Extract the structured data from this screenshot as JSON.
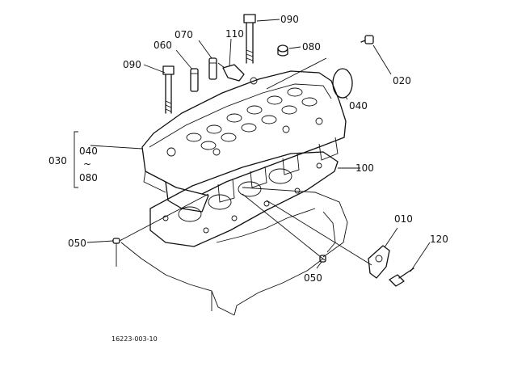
{
  "diagram": {
    "figure_number": "16223-003-10",
    "callouts": [
      {
        "id": "090a",
        "label": "090"
      },
      {
        "id": "110",
        "label": "110"
      },
      {
        "id": "070",
        "label": "070"
      },
      {
        "id": "060",
        "label": "060"
      },
      {
        "id": "080a",
        "label": "080"
      },
      {
        "id": "090b",
        "label": "090"
      },
      {
        "id": "020",
        "label": "020"
      },
      {
        "id": "040a",
        "label": "040"
      },
      {
        "id": "030",
        "label": "030"
      },
      {
        "id": "040b",
        "label": "040"
      },
      {
        "id": "tilde",
        "label": "~"
      },
      {
        "id": "080b",
        "label": "080"
      },
      {
        "id": "100",
        "label": "100"
      },
      {
        "id": "010",
        "label": "010"
      },
      {
        "id": "120",
        "label": "120"
      },
      {
        "id": "050a",
        "label": "050"
      },
      {
        "id": "050b",
        "label": "050"
      }
    ]
  }
}
